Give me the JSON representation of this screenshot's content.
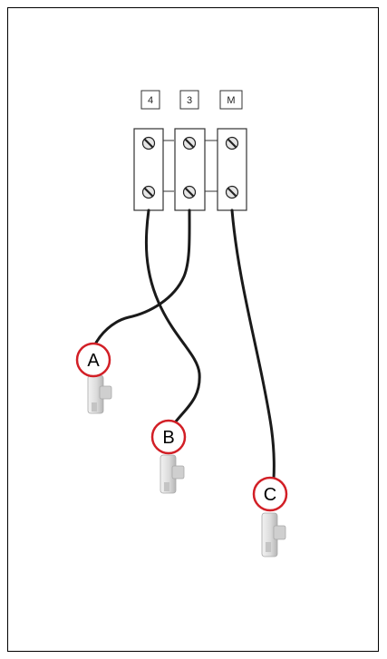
{
  "terminals": [
    {
      "id": "t4",
      "label": "4"
    },
    {
      "id": "t3",
      "label": "3"
    },
    {
      "id": "tm",
      "label": "M"
    }
  ],
  "callouts": [
    {
      "id": "a",
      "label": "A"
    },
    {
      "id": "b",
      "label": "B"
    },
    {
      "id": "c",
      "label": "C"
    }
  ],
  "colors": {
    "wire": "#1a1a1a",
    "callout_ring": "#d21f26",
    "connector_body": "#d9d9d9",
    "connector_shade": "#b8b8b8",
    "terminal_border": "#333333",
    "screw_face": "#e6e6e6"
  }
}
